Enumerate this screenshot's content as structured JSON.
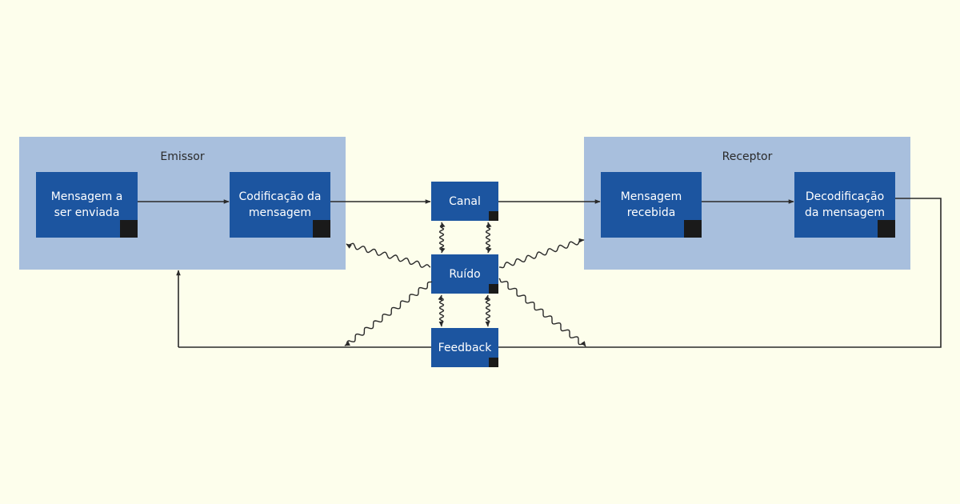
{
  "emitter": {
    "title": "Emissor",
    "message_to_send": "Mensagem a ser enviada",
    "encoding": "Codificação da mensagem"
  },
  "receiver": {
    "title": "Receptor",
    "message_received": "Mensagem recebida",
    "decoding": "Decodificação da mensagem"
  },
  "channel": "Canal",
  "noise": "Ruído",
  "feedback": "Feedback",
  "colors": {
    "background": "#fdfeec",
    "group_fill": "#a8bfdd",
    "node_fill": "#1c55a0",
    "line": "#2a2a2a"
  }
}
